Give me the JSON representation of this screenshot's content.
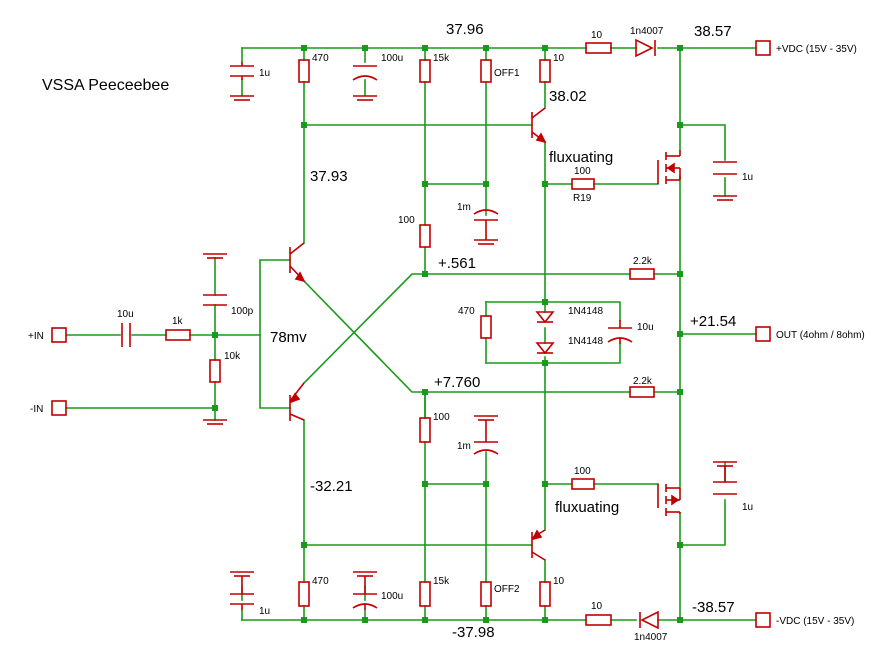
{
  "title": "VSSA Peeceebee",
  "colors": {
    "wire": "#1a9a1a",
    "component": "#c00000",
    "text": "#000000",
    "background": "#ffffff"
  },
  "ports": {
    "vdd": "+VDC (15V - 35V)",
    "vss": "-VDC (15V - 35V)",
    "out": "OUT (4ohm / 8ohm)",
    "in_plus": "+IN",
    "in_minus": "-IN"
  },
  "voltages": {
    "top_rail": "37.96",
    "vdd_node": "38.57",
    "q_top_emitter": "38.02",
    "left_top": "37.93",
    "bias_top": "+.561",
    "input_node": "78mv",
    "output": "+21.54",
    "bias_bottom": "+7.760",
    "left_bottom": "-32.21",
    "bottom_rail": "-37.98",
    "vss_node": "-38.57"
  },
  "notes": {
    "fluct_top": "fluxuating",
    "fluct_bottom": "fluxuating"
  },
  "components": {
    "c_top_left": "1u",
    "r_top_470": "470",
    "c_top_100u": "100u",
    "r_top_15k": "15k",
    "pot_off1": "OFF1",
    "r_top_10": "10",
    "r_top_series": "10",
    "d_top": "1n4007",
    "c_top_gate": "1u",
    "r19_val": "100",
    "r19_ref": "R19",
    "c_top_1m": "1m",
    "r_top_100": "100",
    "r_top_2k2": "2.2k",
    "r_bias_470": "470",
    "d_bias_top": "1N4148",
    "d_bias_bot": "1N4148",
    "c_bias": "10u",
    "c_in": "10u",
    "r_in": "1k",
    "c_100p": "100p",
    "r_10k": "10k",
    "r_bot_2k2": "2.2k",
    "r_bot_100": "100",
    "c_bot_1m": "1m",
    "r_bot_gate": "100",
    "c_bot_gate": "1u",
    "c_bot_left": "1u",
    "r_bot_470": "470",
    "c_bot_100u": "100u",
    "r_bot_15k": "15k",
    "pot_off2": "OFF2",
    "r_bot_10": "10",
    "r_bot_series": "10",
    "d_bot": "1n4007"
  }
}
